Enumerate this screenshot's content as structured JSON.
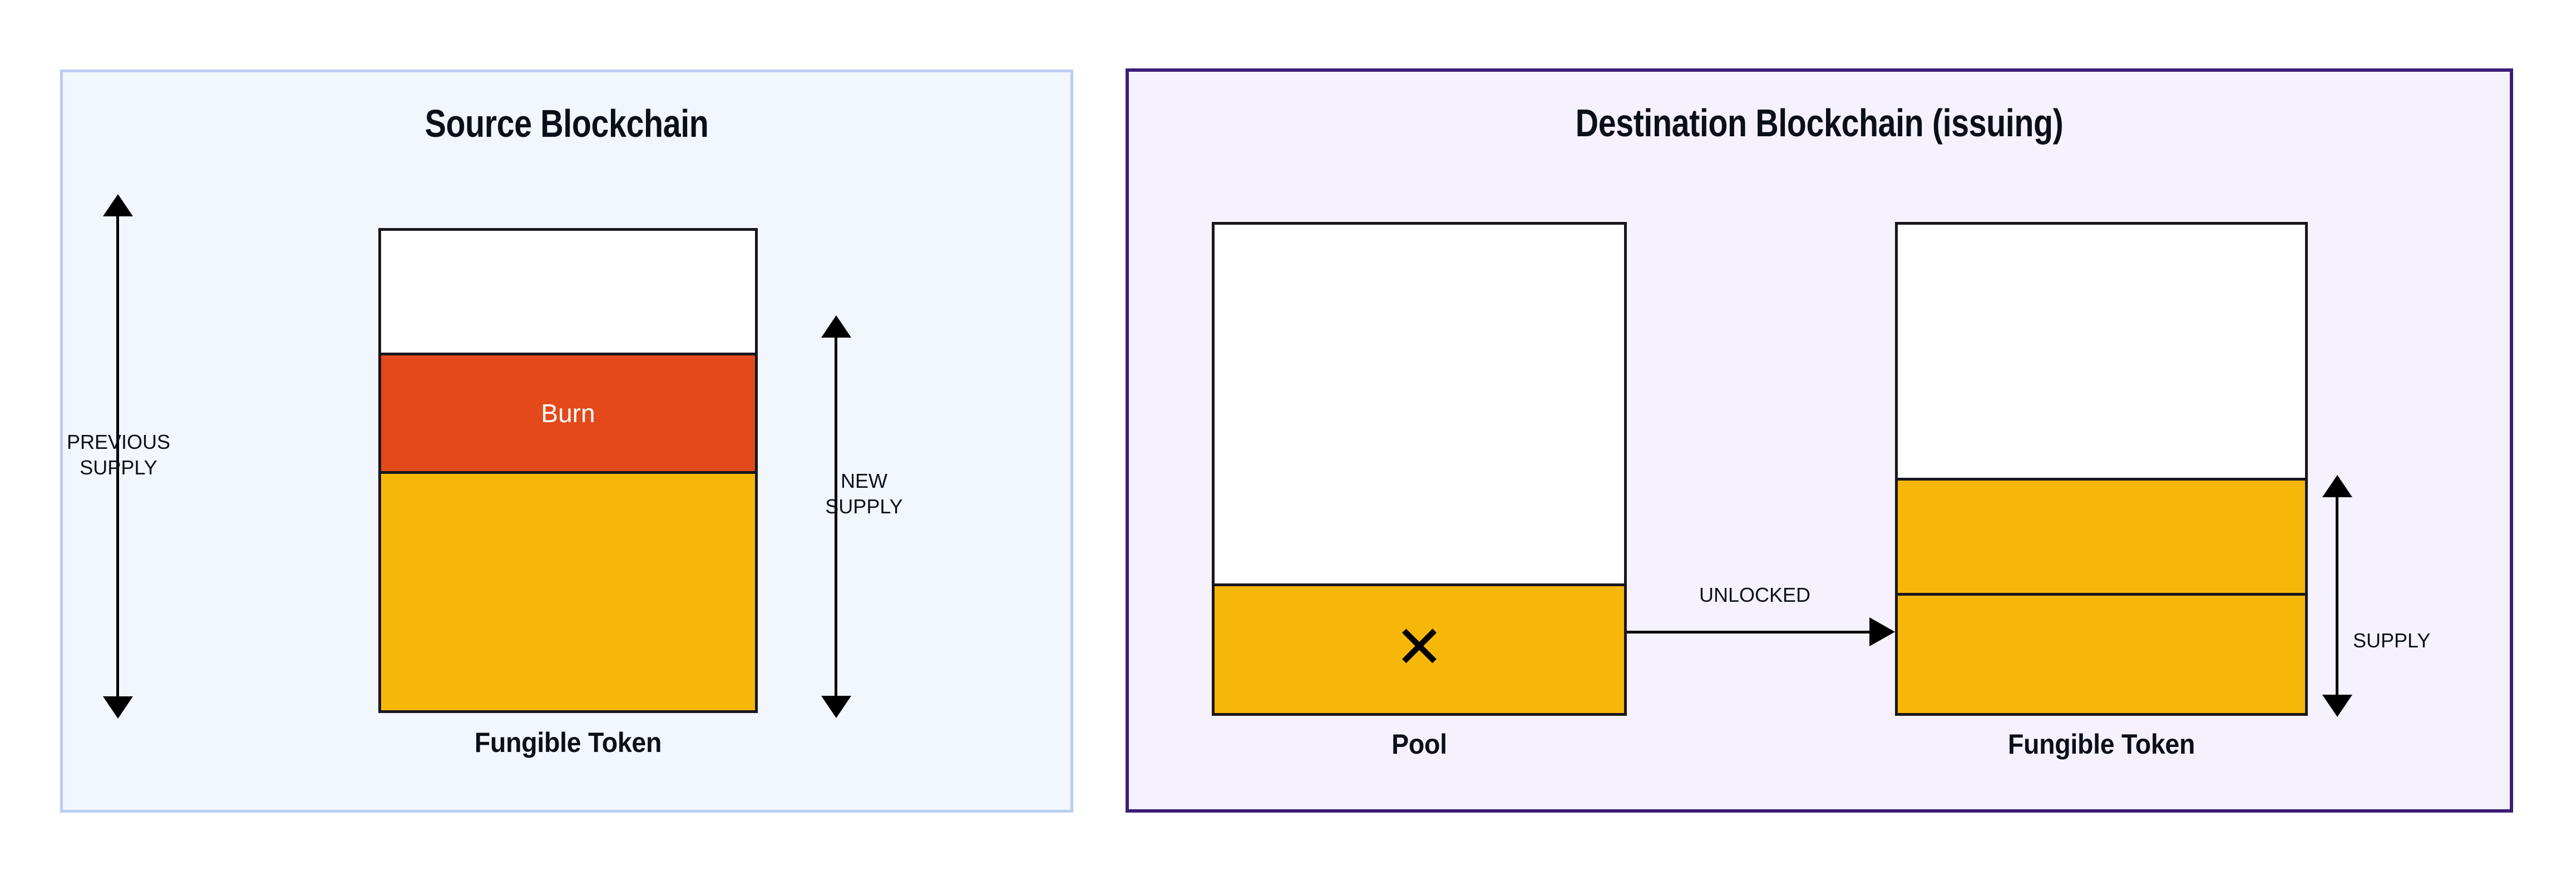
{
  "diagram": {
    "title": "Burn and unlock token bridge flow",
    "background": "#ffffff"
  },
  "panels": [
    {
      "id": "source",
      "title": "Source Blockchain",
      "background": "#f2f6fd",
      "border_color": "#b9cdf3"
    },
    {
      "id": "destination",
      "title": "Destination Blockchain (issuing)",
      "background": "#f5f2fd",
      "border_color": "#3b1f75"
    }
  ],
  "source": {
    "title": "Source Blockchain",
    "token_stack": {
      "caption": "Fungible Token",
      "segments": [
        {
          "name": "empty",
          "label": "",
          "color": "#ffffff"
        },
        {
          "name": "burn",
          "label": "Burn",
          "color": "#e3491a",
          "text_color": "#ffffff"
        },
        {
          "name": "remaining",
          "label": "",
          "color": "#f7b709"
        }
      ]
    },
    "measures": [
      {
        "name": "previous-supply",
        "label": "PREVIOUS\nSUPPLY"
      },
      {
        "name": "new-supply",
        "label": "NEW\nSUPPLY"
      }
    ]
  },
  "destination": {
    "title": "Destination Blockchain (issuing)",
    "pool": {
      "caption": "Pool",
      "icon": "x-mark-icon",
      "icon_glyph": "✕",
      "segments": [
        {
          "name": "empty",
          "label": "",
          "color": "#ffffff"
        },
        {
          "name": "locked-remaining",
          "label": "",
          "color": "#f7b709"
        }
      ]
    },
    "token_stack": {
      "caption": "Fungible Token",
      "segments": [
        {
          "name": "empty",
          "label": "",
          "color": "#ffffff"
        },
        {
          "name": "existing-supply",
          "label": "",
          "color": "#f7b709"
        },
        {
          "name": "unlocked-supply",
          "label": "",
          "color": "#f7b709"
        }
      ]
    },
    "flow": {
      "label": "UNLOCKED",
      "from": "pool",
      "to": "fungible-token"
    },
    "measures": [
      {
        "name": "supply",
        "label": "SUPPLY"
      }
    ]
  },
  "colors": {
    "yellow": "#f7b709",
    "burn_red": "#e3491a",
    "outline": "#17171d",
    "text": "#0b0f19",
    "source_border": "#b9cdf3",
    "source_bg": "#f2f6fd",
    "dest_border": "#3b1f75",
    "dest_bg": "#f5f2fd"
  }
}
